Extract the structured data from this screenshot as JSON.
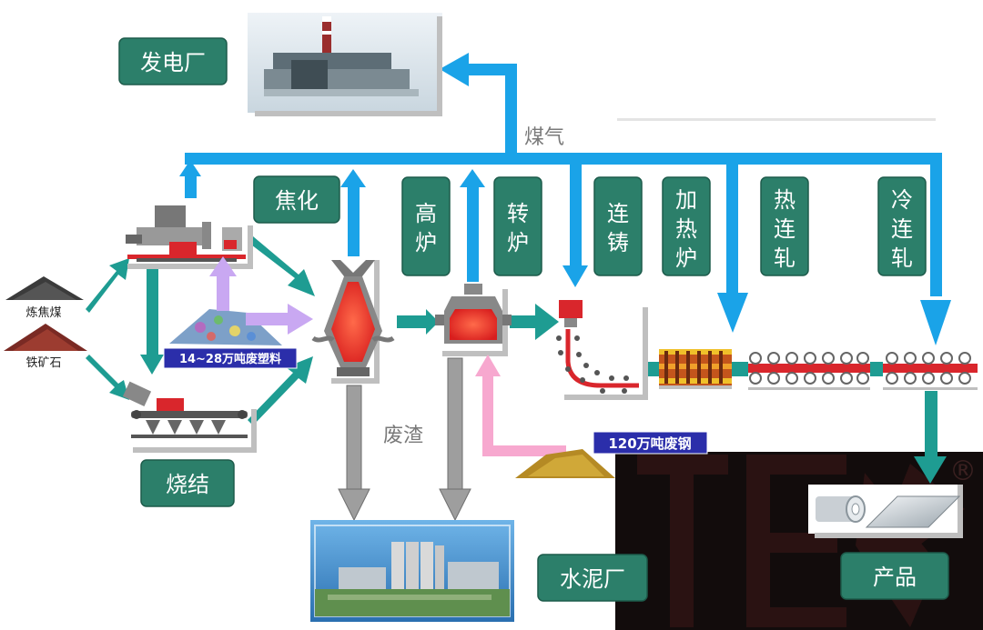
{
  "colors": {
    "gas_arrow": "#1aa3e8",
    "flow_arrow": "#1e9c92",
    "label_box": "#2c7f6a",
    "label_text": "#ffffff",
    "scrap_arrow": "#f7a8cf",
    "plastic_arrow": "#c9a8f2",
    "slag_arrow": "#9e9e9e",
    "tag_box": "#2b2eaa"
  },
  "labels": {
    "power_plant": "发电厂",
    "coking": "焦化",
    "blast_furnace": "高炉",
    "converter": "转炉",
    "casting": "连铸",
    "reheating": "加热炉",
    "hot_rolling": "热连轧",
    "cold_rolling": "冷连轧",
    "sintering": "烧结",
    "cement_plant": "水泥厂",
    "product": "产品"
  },
  "annotations": {
    "gas": "煤气",
    "slag": "废渣",
    "coking_coal": "炼焦煤",
    "iron_ore": "铁矿石",
    "waste_plastic": "14~28万吨废塑料",
    "scrap_steel": "120万吨废钢"
  },
  "watermark": {
    "registered_mark": "®"
  }
}
